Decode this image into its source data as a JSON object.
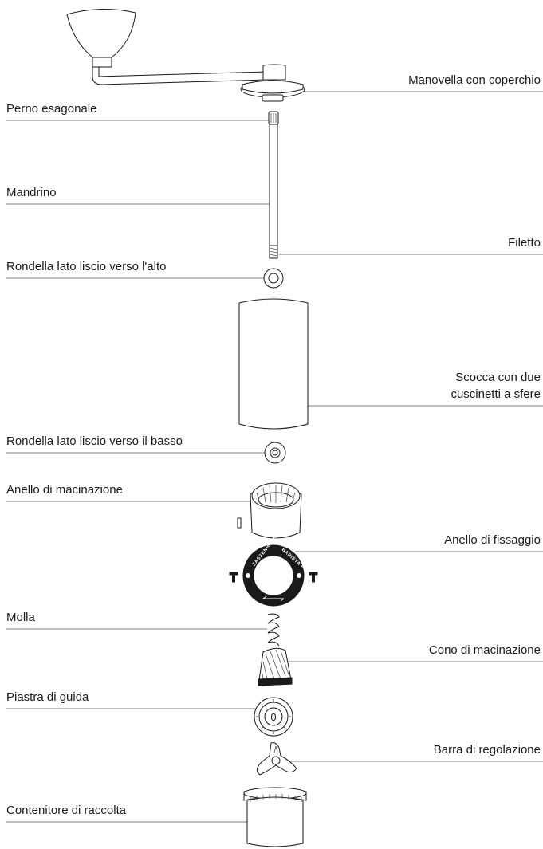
{
  "labels": {
    "manovella": "Manovella con coperchio",
    "perno": "Perno esagonale",
    "mandrino": "Mandrino",
    "filetto": "Filetto",
    "rondella_alto": "Rondella lato liscio verso l'alto",
    "scocca_line1": "Scocca con due",
    "scocca_line2": "cuscinetti a sfere",
    "rondella_basso": "Rondella lato liscio verso il basso",
    "anello_macinazione": "Anello di macinazione",
    "anello_fissaggio": "Anello di fissaggio",
    "molla": "Molla",
    "cono": "Cono di macinazione",
    "piastra": "Piastra di guida",
    "barra": "Barra di regolazione",
    "contenitore": "Contenitore di raccolta"
  },
  "ring_text": {
    "left": "ZASSENHAUS",
    "right": "BARISTA PRO"
  },
  "dial_value": "0"
}
